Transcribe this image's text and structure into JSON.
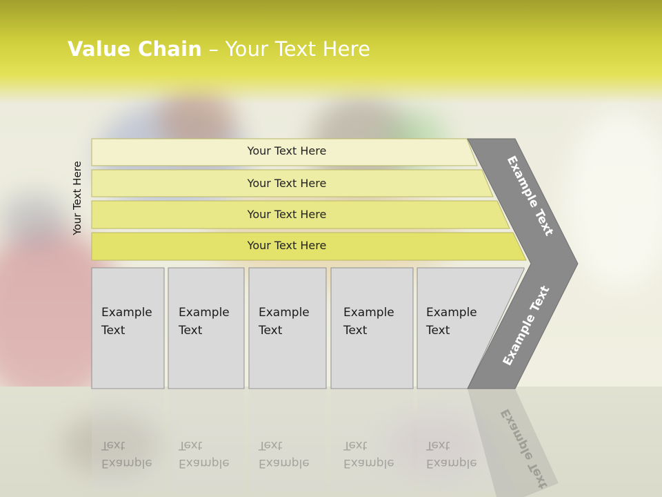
{
  "slide": {
    "title_bold": "Value Chain",
    "title_rest": " – Your Text Here",
    "side_label": "Your Text Here"
  },
  "bars": [
    {
      "label": "Your Text Here",
      "color": "#f3f2cc"
    },
    {
      "label": "Your Text Here",
      "color": "#eeeda6"
    },
    {
      "label": "Your Text Here",
      "color": "#e9e888"
    },
    {
      "label": "Your Text Here",
      "color": "#e3e26a"
    }
  ],
  "boxes": [
    {
      "line1": "Example",
      "line2": "Text"
    },
    {
      "line1": "Example",
      "line2": "Text"
    },
    {
      "line1": "Example",
      "line2": "Text"
    },
    {
      "line1": "Example",
      "line2": "Text"
    },
    {
      "line1": "Example",
      "line2": "Text"
    }
  ],
  "chevron": {
    "upper_label": "Example Text",
    "lower_label": "Example Text",
    "color": "#8a8a8a"
  },
  "colors": {
    "header_dark": "#a39f2e",
    "header_light": "#e4e157",
    "box_fill": "#d9d9d9"
  }
}
